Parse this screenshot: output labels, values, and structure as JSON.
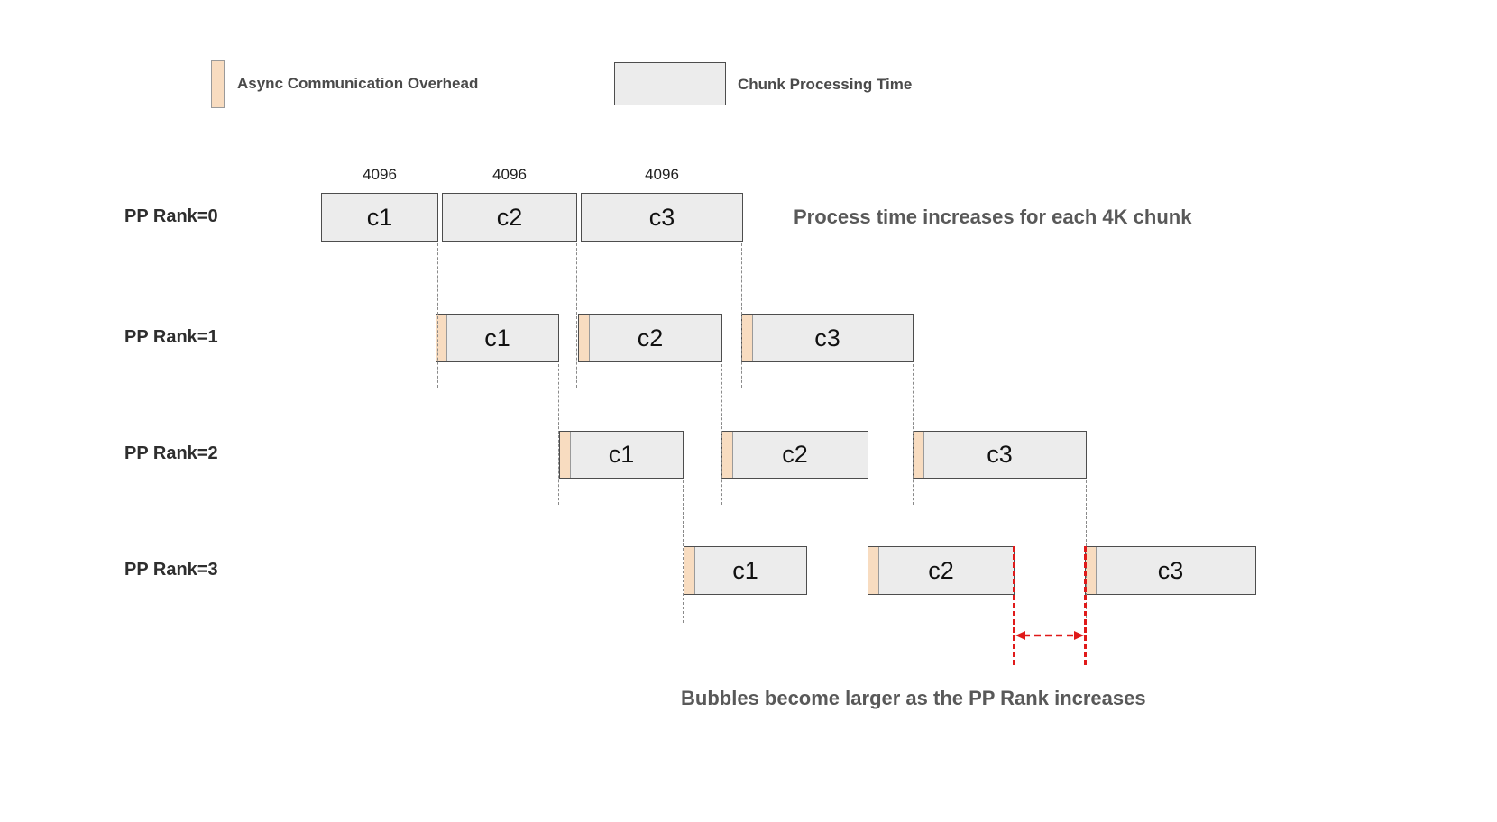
{
  "legend": {
    "async_label": "Async Communication Overhead",
    "chunk_label": "Chunk Processing Time"
  },
  "annotations": {
    "process_time": "Process time increases for each 4K chunk",
    "bubbles": "Bubbles become larger as the PP Rank increases"
  },
  "chunk_sizes": [
    "4096",
    "4096",
    "4096"
  ],
  "rows": [
    {
      "label": "PP Rank=0",
      "chunks": [
        {
          "name": "c1"
        },
        {
          "name": "c2"
        },
        {
          "name": "c3"
        }
      ]
    },
    {
      "label": "PP Rank=1",
      "chunks": [
        {
          "name": "c1"
        },
        {
          "name": "c2"
        },
        {
          "name": "c3"
        }
      ]
    },
    {
      "label": "PP Rank=2",
      "chunks": [
        {
          "name": "c1"
        },
        {
          "name": "c2"
        },
        {
          "name": "c3"
        }
      ]
    },
    {
      "label": "PP Rank=3",
      "chunks": [
        {
          "name": "c1"
        },
        {
          "name": "c2"
        },
        {
          "name": "c3"
        }
      ]
    }
  ],
  "colors": {
    "async_fill": "#f8dcc0",
    "chunk_fill": "#ececec",
    "chunk_border": "#4d4d4d",
    "bubble_red": "#e01a1a",
    "annotation_text": "#595959"
  }
}
